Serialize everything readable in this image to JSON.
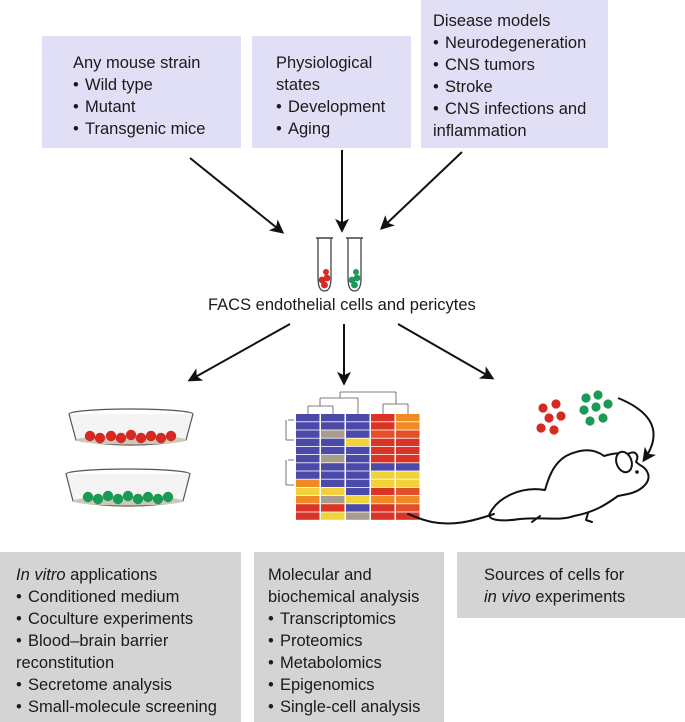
{
  "top_boxes": [
    {
      "title": "Any mouse strain",
      "items": [
        "Wild type",
        "Mutant",
        "Transgenic mice"
      ]
    },
    {
      "title_lines": [
        "Physiological",
        "states"
      ],
      "items": [
        "Development",
        "Aging"
      ]
    },
    {
      "title": "Disease models",
      "items": [
        "Neurodegeneration",
        "CNS tumors",
        "Stroke",
        "CNS infections and"
      ],
      "continuation": "inflammation"
    }
  ],
  "facs_label": "FACS endothelial cells and pericytes",
  "bottom_boxes": [
    {
      "title_italic": "In vitro",
      "title_rest": " applications",
      "items": [
        "Conditioned medium",
        "Coculture experiments",
        "Blood–brain barrier"
      ],
      "continuation": "reconstitution",
      "items_after": [
        "Secretome analysis",
        "Small-molecule screening"
      ]
    },
    {
      "title_lines": [
        "Molecular and",
        "biochemical analysis"
      ],
      "items": [
        "Transcriptomics",
        "Proteomics",
        "Metabolomics",
        "Epigenomics",
        "Single-cell analysis"
      ]
    },
    {
      "title_line1": "Sources of cells for",
      "title_italic": "in vivo",
      "title_rest": " experiments"
    }
  ],
  "colors": {
    "top_box": "#e0dff5",
    "bottom_box": "#d4d4d4",
    "red_cells": "#d42a22",
    "green_cells": "#1a9a55"
  }
}
